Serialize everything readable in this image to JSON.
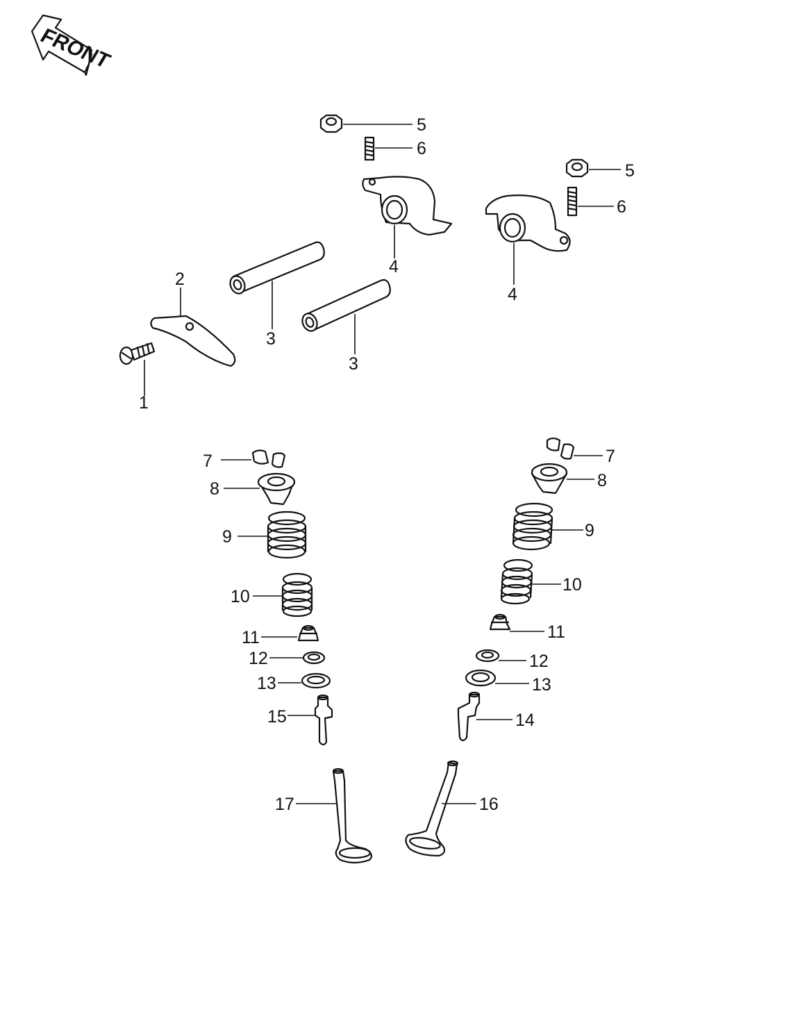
{
  "badge": {
    "text": "FRONT"
  },
  "labels": {
    "l1": "1",
    "l2": "2",
    "l3a": "3",
    "l3b": "3",
    "l4a": "4",
    "l4b": "4",
    "l5a": "5",
    "l5b": "5",
    "l6a": "6",
    "l6b": "6",
    "l7a": "7",
    "l7b": "7",
    "l8a": "8",
    "l8b": "8",
    "l9a": "9",
    "l9b": "9",
    "l10a": "10",
    "l10b": "10",
    "l11a": "11",
    "l11b": "11",
    "l12a": "12",
    "l12b": "12",
    "l13a": "13",
    "l13b": "13",
    "l14": "14",
    "l15": "15",
    "l16": "16",
    "l17": "17"
  }
}
